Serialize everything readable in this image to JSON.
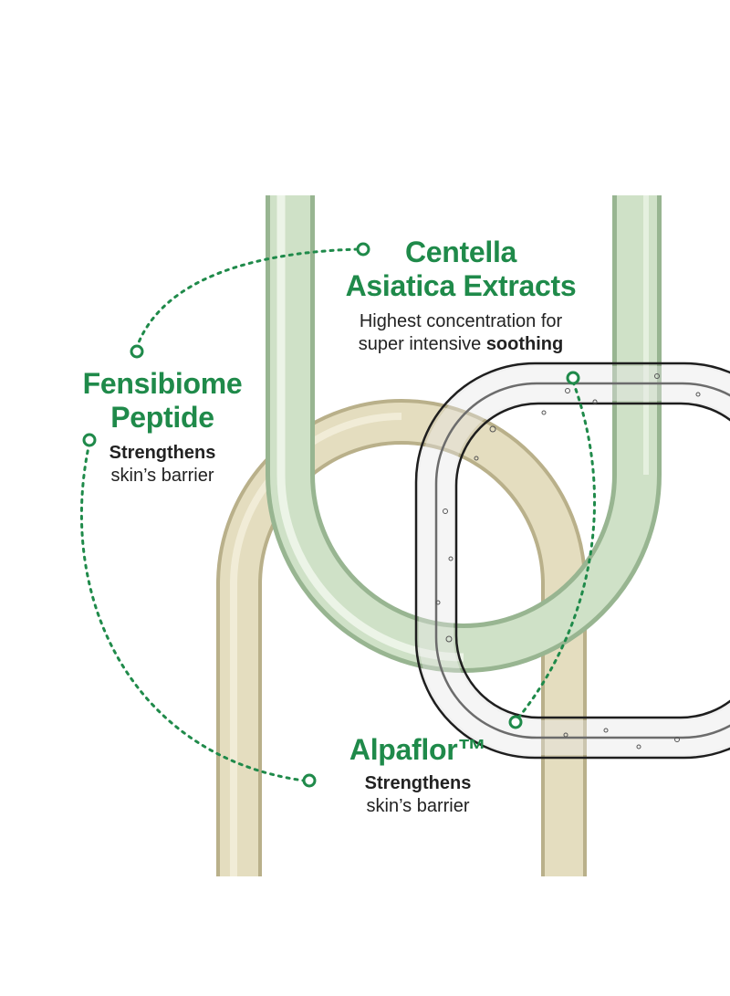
{
  "ingredients": {
    "centella": {
      "title_line1": "Centella",
      "title_line2": "Asiatica Extracts",
      "desc_line1": "Highest concentration for",
      "desc_line2_plain": "super intensive ",
      "desc_line2_bold": "soothing"
    },
    "fensibiome": {
      "title_line1": "Fensibiome",
      "title_line2": "Peptide",
      "desc_bold": "Strengthens",
      "desc_line2": "skin’s barrier"
    },
    "alpaflor": {
      "title": "Alpaflor™",
      "desc_bold": "Strengthens",
      "desc_line2": "skin’s barrier"
    }
  },
  "colors": {
    "accent_green": "#1f8a4a",
    "green_tube": "#c8dcc0",
    "beige_tube": "#ddd6b4",
    "clear_tube_outline": "#2a2a2a"
  }
}
